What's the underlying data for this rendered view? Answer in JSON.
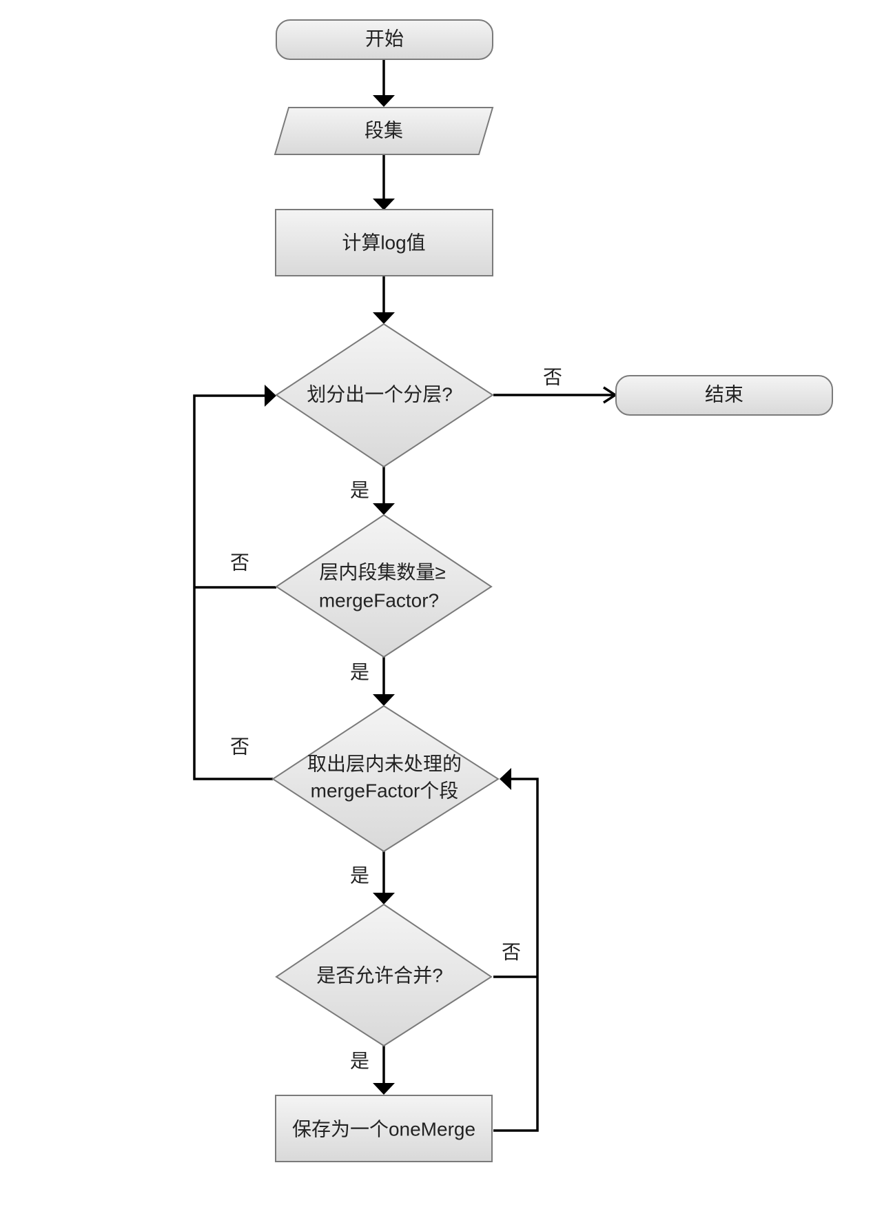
{
  "nodes": {
    "start": {
      "label": "开始"
    },
    "segments": {
      "label": "段集"
    },
    "compute_log": {
      "label": "计算log值"
    },
    "divide_layer": {
      "label": "划分出一个分层?"
    },
    "end": {
      "label": "结束"
    },
    "layer_count": {
      "line1": "层内段集数量≥",
      "line2": "mergeFactor?"
    },
    "take_segments": {
      "line1": "取出层内未处理的",
      "line2": "mergeFactor个段"
    },
    "allow_merge": {
      "label": "是否允许合并?"
    },
    "save_onemerge": {
      "label": "保存为一个oneMerge"
    }
  },
  "edge_labels": {
    "divide_no": "否",
    "divide_yes": "是",
    "count_no": "否",
    "count_yes": "是",
    "take_no": "否",
    "take_yes": "是",
    "allow_no": "否",
    "allow_yes": "是"
  },
  "colors": {
    "fill_top": "#f4f4f4",
    "fill_bottom": "#d9d9d9",
    "stroke": "#7a7a7a",
    "edge": "#000000"
  }
}
